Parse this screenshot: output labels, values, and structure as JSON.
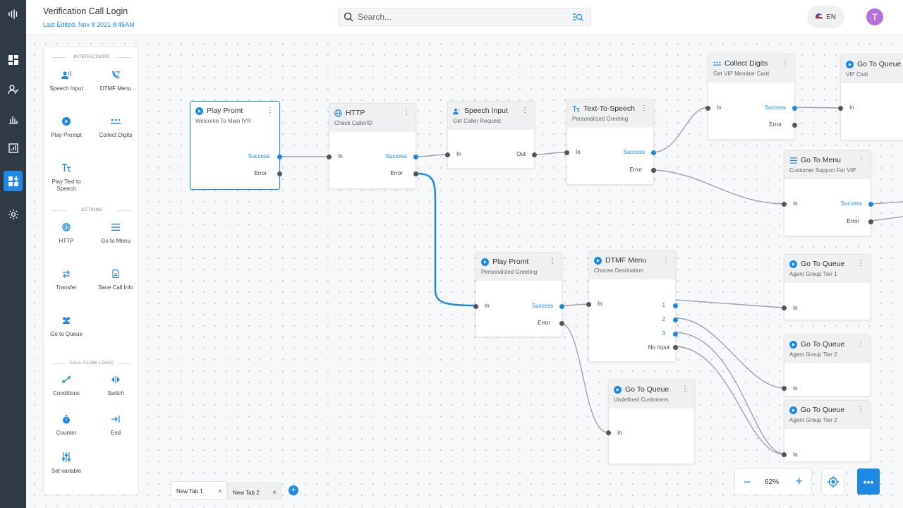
{
  "header": {
    "title": "Verification Call Login",
    "subtitle": "Last Edited, Nov 8 2021  9:45AM",
    "search_placeholder": "Search...",
    "language": "EN",
    "avatar_initial": "T"
  },
  "sidebar": {
    "items": [
      "logo-icon",
      "dashboard-icon",
      "contacts-icon",
      "analytics-icon",
      "reports-icon",
      "flow-builder-icon",
      "settings-icon"
    ],
    "active": "flow-builder-icon"
  },
  "palette": {
    "sections": {
      "interactions": "INTERACTIONS",
      "actions": "ACTIONS",
      "logic": "CALL-FLOW LOGIC"
    },
    "items": {
      "speech_input": "Speech Input",
      "dtmf_menu": "DTMF Menu",
      "play_prompt": "Play Prompt",
      "collect_digits": "Collect Digits",
      "play_tts": "Play Text to Speech",
      "http": "HTTP",
      "go_to_menu": "Go to Menu",
      "transfer": "Transfer",
      "save_call_info": "Save Call Info",
      "go_to_queue": "Go to Queue",
      "conditions": "Conditions",
      "switch": "Switch",
      "counter": "Counter",
      "end": "End",
      "set_variable": "Set variable"
    }
  },
  "nodes": {
    "play1": {
      "title": "Play Promt",
      "sub": "Welcome To Main IVR"
    },
    "http": {
      "title": "HTTP",
      "sub": "Check CallerID"
    },
    "speech": {
      "title": "Speech Input",
      "sub": "Get Caller Request"
    },
    "tts": {
      "title": "Text-To-Speech",
      "sub": "Personalized Greeting"
    },
    "collect": {
      "title": "Collect Digits",
      "sub": "Get VIP Member Card"
    },
    "queue_vip": {
      "title": "Go To Queue",
      "sub": "VIP Club"
    },
    "menu": {
      "title": "Go To Menu",
      "sub": "Customer Support For VIP"
    },
    "play2": {
      "title": "Play Promt",
      "sub": "Personalized Greeting"
    },
    "dtmf": {
      "title": "DTMF Menu",
      "sub": "Choose Destination"
    },
    "queue_t1": {
      "title": "Go To Queue",
      "sub": "Agent Group Tier 1"
    },
    "queue_t2a": {
      "title": "Go To Queue",
      "sub": "Agent Group Tier 2"
    },
    "queue_t2b": {
      "title": "Go To Queue",
      "sub": "Agent Group Tier 2"
    },
    "queue_undef": {
      "title": "Go To Queue",
      "sub": "Undefined Customers"
    }
  },
  "ports": {
    "in": "In",
    "out": "Out",
    "success": "Success",
    "error": "Error",
    "opt1": "1",
    "opt2": "2",
    "opt3": "3",
    "no_input": "No Input"
  },
  "tabs": [
    "New Tab 1",
    "New Tab 2"
  ],
  "zoom": {
    "level": "62%"
  },
  "colors": {
    "accent": "#1e88e5",
    "sidebar": "#2f3a45",
    "avatar": "#b46fd8"
  }
}
